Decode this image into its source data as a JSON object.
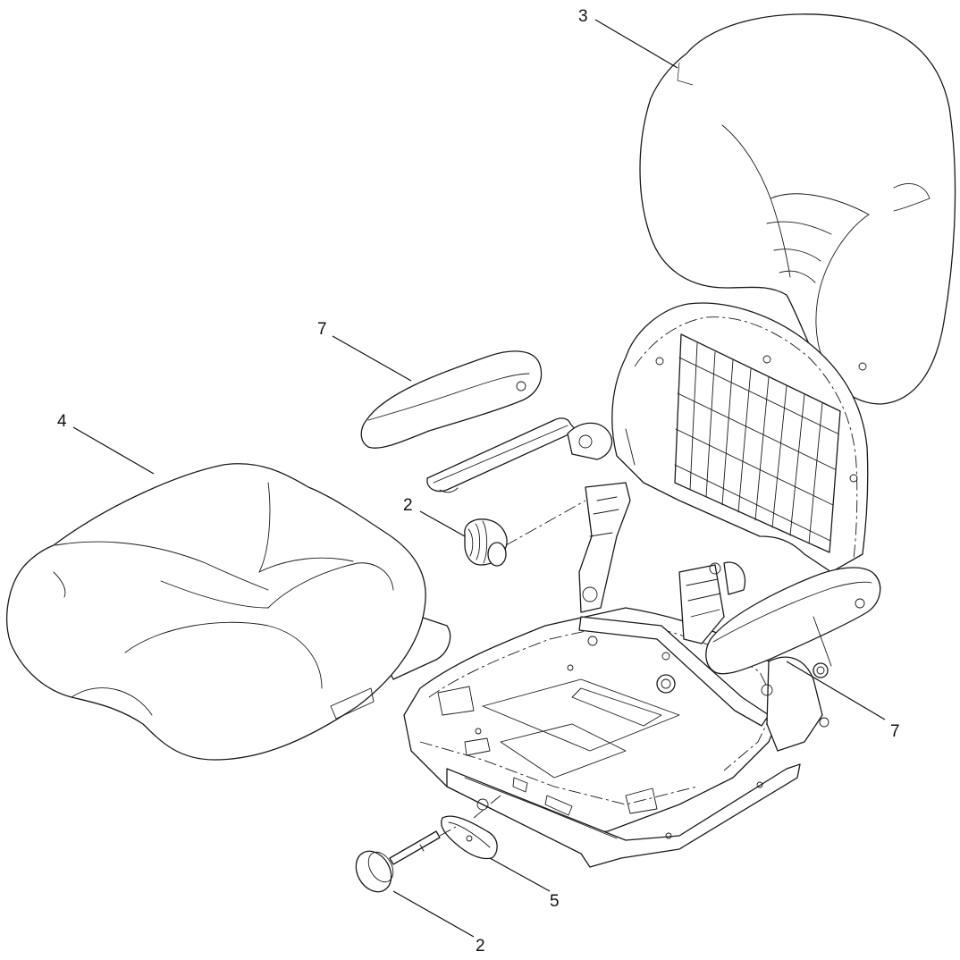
{
  "callouts": [
    {
      "id": "c1",
      "label": "3"
    },
    {
      "id": "c2",
      "label": "7"
    },
    {
      "id": "c3",
      "label": "4"
    },
    {
      "id": "c4",
      "label": "2"
    },
    {
      "id": "c5",
      "label": "7"
    },
    {
      "id": "c6",
      "label": "5"
    },
    {
      "id": "c7",
      "label": "2"
    }
  ]
}
